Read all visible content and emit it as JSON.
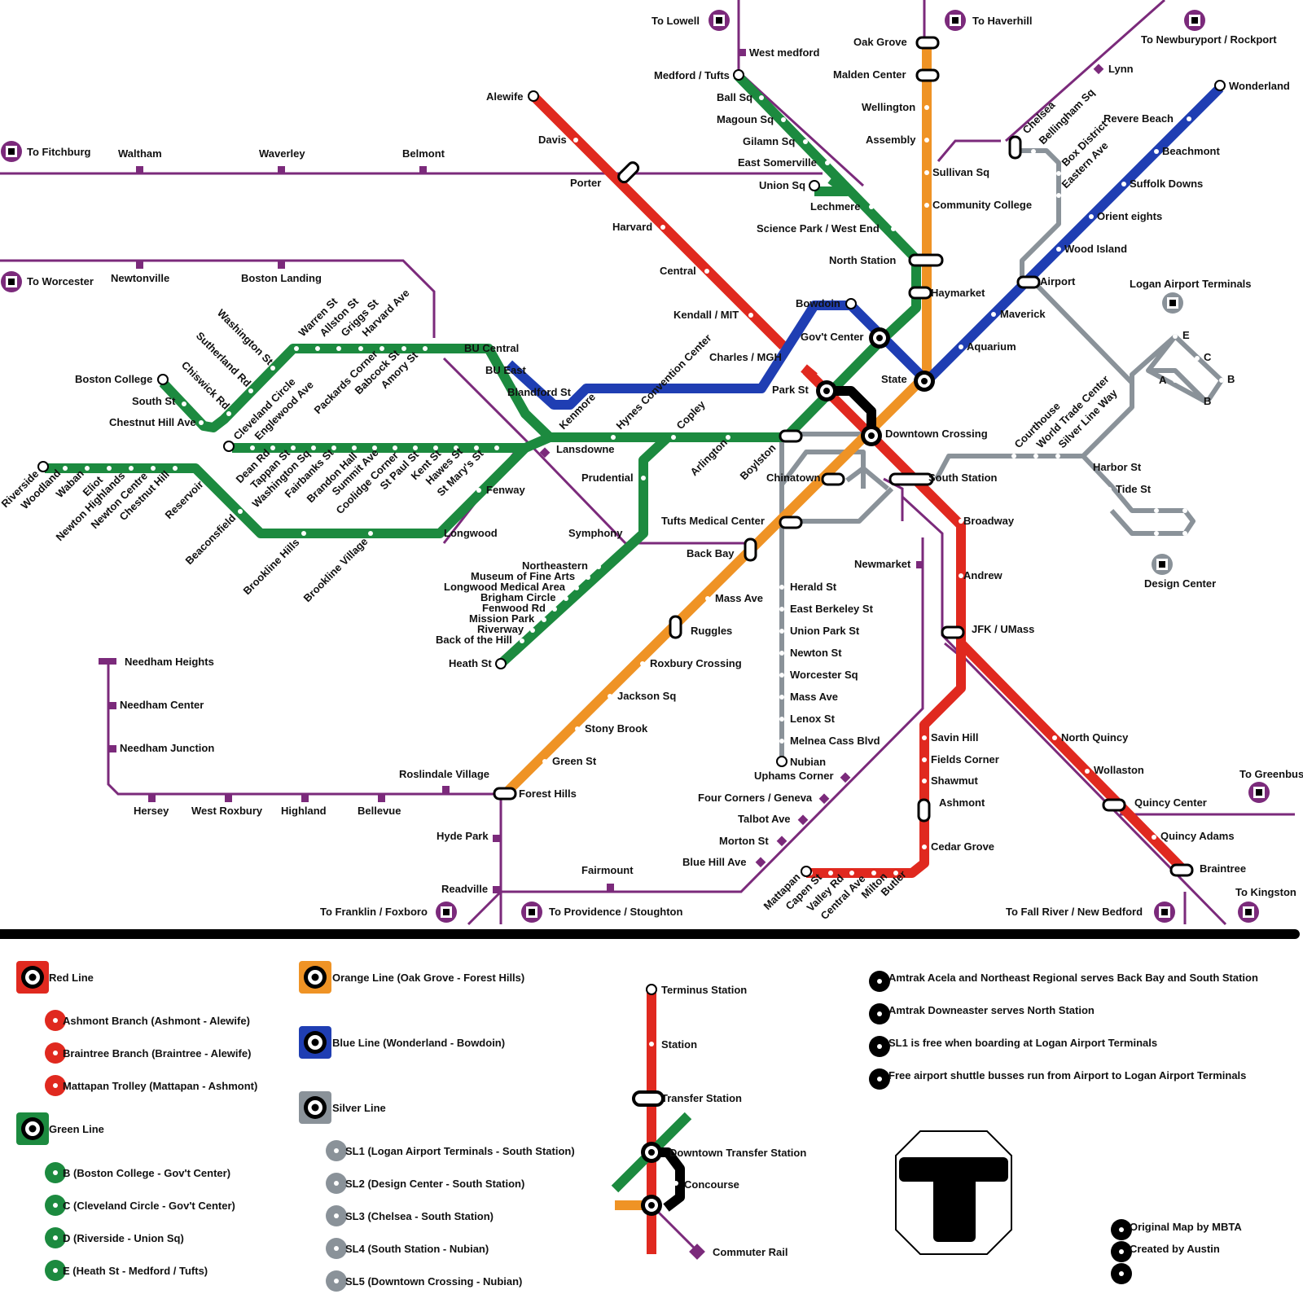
{
  "colors": {
    "red": "#e0291f",
    "orange": "#ef9325",
    "green": "#1c8a3f",
    "blue": "#1f3eb3",
    "silver": "#8a9299",
    "commuter": "#7b2a7b",
    "black": "#000000"
  },
  "stations": {
    "red": [
      "Alewife",
      "Davis",
      "Porter",
      "Harvard",
      "Central",
      "Kendall / MIT",
      "Charles / MGH",
      "Park St",
      "Downtown Crossing",
      "South Station",
      "Broadway",
      "Andrew",
      "JFK / UMass",
      "North Quincy",
      "Wollaston",
      "Quincy Center",
      "Quincy Adams",
      "Braintree",
      "Savin Hill",
      "Fields Corner",
      "Shawmut",
      "Ashmont",
      "Cedar Grove",
      "Butler",
      "Milton",
      "Central Ave",
      "Valley Rd",
      "Capen St",
      "Mattapan"
    ],
    "orange": [
      "Oak Grove",
      "Malden Center",
      "Wellington",
      "Assembly",
      "Sullivan Sq",
      "Community College",
      "North Station",
      "Haymarket",
      "State",
      "Chinatown",
      "Tufts Medical Center",
      "Back Bay",
      "Mass Ave",
      "Ruggles",
      "Roxbury Crossing",
      "Jackson Sq",
      "Stony Brook",
      "Green St",
      "Forest Hills"
    ],
    "blue": [
      "Wonderland",
      "Revere Beach",
      "Beachmont",
      "Suffolk Downs",
      "Orient eights",
      "Wood Island",
      "Airport",
      "Maverick",
      "Aquarium",
      "Bowdoin",
      "Gov't Center"
    ],
    "green": [
      "Medford / Tufts",
      "Ball Sq",
      "Magoun Sq",
      "Gilamn Sq",
      "East Somerville",
      "Union Sq",
      "Lechmere",
      "Science Park / West End",
      "Boylston",
      "Arlington",
      "Copley",
      "Hynes Convention Center",
      "Kenmore",
      "Blandford St",
      "BU East",
      "BU Central",
      "Amory St",
      "Babcock St",
      "Packards Corner",
      "Harvard Ave",
      "Griggs St",
      "Allston St",
      "Warren St",
      "Washington St",
      "Sutherland Rd",
      "Chiswick Rd",
      "Chestnut Hill Ave",
      "South St",
      "Boston College",
      "Cleveland Circle",
      "Englewood Ave",
      "Dean Rd",
      "Tappan St",
      "Washington Sq",
      "Fairbanks St",
      "Brandon Hall",
      "Summit Ave",
      "Coolidge Corner",
      "St Paul St",
      "Kent St",
      "Hawes St",
      "St Mary's St",
      "Fenway",
      "Longwood",
      "Brookline Village",
      "Brookline Hills",
      "Beaconsfield",
      "Reservoir",
      "Chestnut Hill",
      "Newton Centre",
      "Newton Highlands",
      "Eliot",
      "Waban",
      "Woodland",
      "Riverside",
      "Prudential",
      "Symphony",
      "Northeastern",
      "Museum of Fine Arts",
      "Longwood Medical Area",
      "Brigham Circle",
      "Fenwood Rd",
      "Mission Park",
      "Riverway",
      "Back of the Hill",
      "Heath St"
    ],
    "silver": [
      "Herald St",
      "East Berkeley St",
      "Union Park St",
      "Newton St",
      "Worcester Sq",
      "Mass Ave",
      "Lenox St",
      "Melnea Cass Blvd",
      "Nubian",
      "Courthouse",
      "World Trade Center",
      "Silver Line Way",
      "Harbor St",
      "Tide St",
      "Design Center",
      "Logan Airport Terminals",
      "Chelsea",
      "Bellingham Sq",
      "Box District",
      "Eastern Ave",
      "E",
      "C",
      "B",
      "A",
      "B"
    ],
    "commuter": [
      "To Lowell",
      "West medford",
      "To Haverhill",
      "To Newburyport / Rockport",
      "Lynn",
      "To Fitchburg",
      "Waltham",
      "Waverley",
      "Belmont",
      "To Worcester",
      "Newtonville",
      "Boston Landing",
      "Lansdowne",
      "Needham Heights",
      "Needham Center",
      "Needham Junction",
      "Hersey",
      "West Roxbury",
      "Highland",
      "Bellevue",
      "Roslindale Village",
      "Hyde Park",
      "Readville",
      "Fairmount",
      "To Franklin / Foxboro",
      "To Providence / Stoughton",
      "Newmarket",
      "Uphams Corner",
      "Four Corners / Geneva",
      "Talbot Ave",
      "Morton St",
      "Blue Hill Ave",
      "To Greenbush",
      "To Kingston",
      "To Fall River / New Bedford"
    ]
  },
  "legend": {
    "red_line": "Red Line",
    "red_branches": [
      "Ashmont Branch (Ashmont - Alewife)",
      "Braintree Branch (Braintree - Alewife)",
      "Mattapan Trolley (Mattapan - Ashmont)"
    ],
    "green_line": "Green Line",
    "green_branches": [
      "B (Boston College - Gov't Center)",
      "C (Cleveland Circle - Gov't Center)",
      "D (Riverside - Union Sq)",
      "E (Heath St - Medford / Tufts)"
    ],
    "orange_line": "Orange Line (Oak Grove - Forest Hills)",
    "blue_line": "Blue Line (Wonderland - Bowdoin)",
    "silver_line": "Silver Line",
    "silver_branches": [
      "SL1 (Logan Airport Terminals - South Station)",
      "SL2 (Design Center - South Station)",
      "SL3 (Chelsea - South Station)",
      "SL4 (South Station - Nubian)",
      "SL5 (Downtown Crossing - Nubian)"
    ],
    "symbols": [
      "Terminus Station",
      "Station",
      "Transfer Station",
      "Downtown Transfer Station",
      "Concourse",
      "Commuter Rail"
    ],
    "notes": [
      "Amtrak Acela and Northeast Regional serves Back Bay and South Station",
      "Amtrak Downeaster serves North Station",
      "SL1 is free when boarding at Logan Airport Terminals",
      "Free airport shuttle busses run from Airport to Logan Airport Terminals"
    ],
    "credits": [
      "Original Map by MBTA",
      "Created by Austin"
    ]
  }
}
